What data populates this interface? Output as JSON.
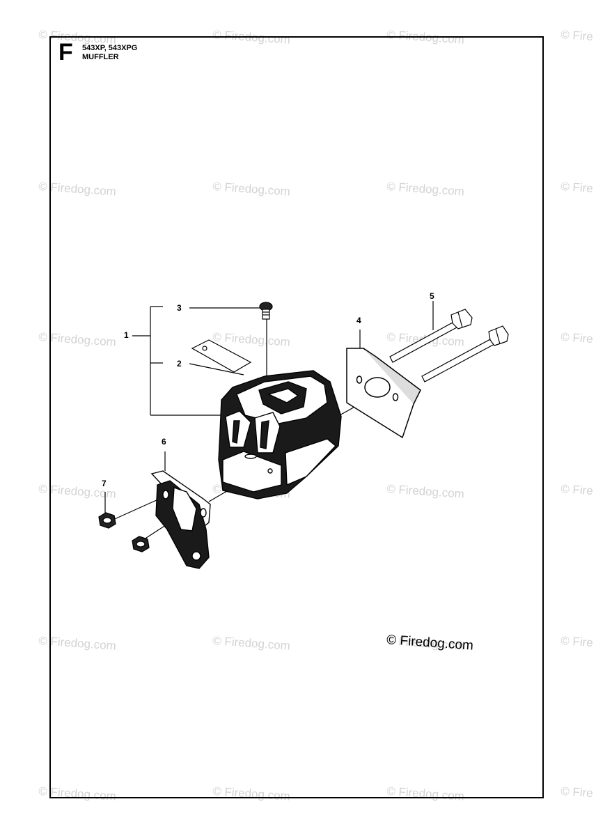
{
  "header": {
    "section_letter": "F",
    "model": "543XP, 543XPG",
    "section": "MUFFLER"
  },
  "watermark_text": "© Firedog.com",
  "watermark_edge_text": "© Fire",
  "copyright_text": "© Firedog.com",
  "callouts": [
    {
      "id": "1",
      "label": "1"
    },
    {
      "id": "2",
      "label": "2"
    },
    {
      "id": "3",
      "label": "3"
    },
    {
      "id": "4",
      "label": "4"
    },
    {
      "id": "5",
      "label": "5"
    },
    {
      "id": "6",
      "label": "6"
    },
    {
      "id": "7",
      "label": "7"
    }
  ]
}
